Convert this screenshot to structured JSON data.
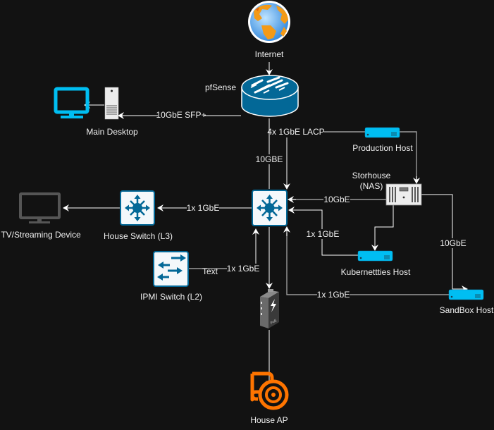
{
  "diagram": {
    "title": "Home Network Topology",
    "colors": {
      "background": "#121212",
      "cisco_blue": "#036897",
      "host_cyan": "#00bef2",
      "tv_gray": "#555555",
      "ap_orange": "#fe7400",
      "edge_white": "#ffffff",
      "edge_gray": "#9a9a9a",
      "text": "#f0f0f0"
    },
    "nodes": {
      "internet": {
        "label": "Internet",
        "icon": "globe-icon"
      },
      "pfsense": {
        "label": "pfSense",
        "icon": "router-icon"
      },
      "main_desktop": {
        "label": "Main Desktop",
        "icon": "tower-pc-icon"
      },
      "monitor": {
        "label": "",
        "icon": "monitor-icon"
      },
      "production_host": {
        "label": "Production Host",
        "icon": "server-icon"
      },
      "core_switch": {
        "label": "",
        "icon": "layer3-switch-icon"
      },
      "storhouse_nas": {
        "label_line1": "Storhouse",
        "label_line2": "(NAS)",
        "icon": "nas-icon"
      },
      "house_switch": {
        "label": "House Switch (L3)",
        "icon": "layer3-switch-icon"
      },
      "tv": {
        "label": "TV/Streaming Device",
        "icon": "tv-icon"
      },
      "ipmi_switch": {
        "label": "IPMI Switch (L2)",
        "icon": "layer2-switch-icon"
      },
      "kubernetes_host": {
        "label": "Kubernettties Host",
        "icon": "server-icon"
      },
      "sandbox_host": {
        "label": "SandBox Host",
        "icon": "server-icon"
      },
      "poe_injector": {
        "label": "",
        "icon_text": "PoE",
        "icon": "poe-injector-icon"
      },
      "house_ap": {
        "label": "House AP",
        "icon": "access-point-icon"
      }
    },
    "edges": {
      "internet_pfsense": "",
      "pfsense_desktop": "10GbE SFP+",
      "desktop_monitor": "",
      "pfsense_production": "4x 1GbE LACP",
      "pfsense_core": "10GBE",
      "production_nas": "",
      "nas_core": "10GbE",
      "kubernetes_core": "1x 1GbE",
      "nas_kubernetes": "",
      "nas_sandbox": "10GbE",
      "core_house_switch": "1x 1GbE",
      "house_switch_tv": "",
      "ipmi_core": "1x 1GbE",
      "ipmi_text": "Text",
      "sandbox_core": "1x 1GbE",
      "core_poe": "",
      "poe_ap": ""
    }
  }
}
